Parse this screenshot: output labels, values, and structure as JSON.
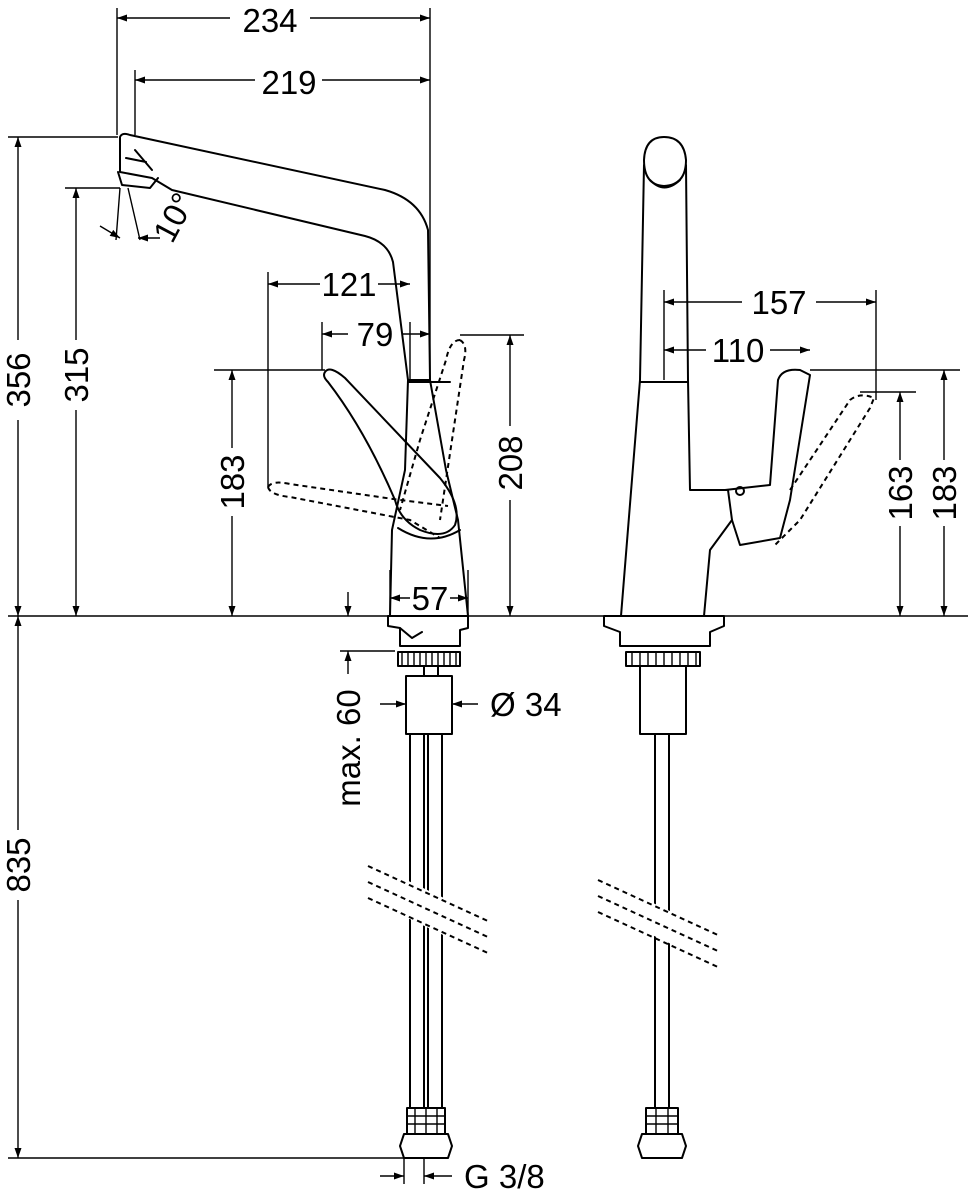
{
  "dimensions": {
    "total_reach": "234",
    "spout_reach": "219",
    "spout_angle": "10°",
    "side_lever_reach": "121",
    "side_lever_offset": "79",
    "total_height": "356",
    "spout_height": "315",
    "front_lever_height": "183",
    "lever_open_height": "208",
    "base_width": "57",
    "max_thickness": "max. 60",
    "shank_diameter": "Ø 34",
    "hose_length": "835",
    "connection": "G 3/8",
    "right_reach_long": "157",
    "right_reach_short": "110",
    "right_height_lower": "163",
    "right_height_upper": "183"
  },
  "colors": {
    "line": "#000000",
    "background": "#ffffff"
  }
}
